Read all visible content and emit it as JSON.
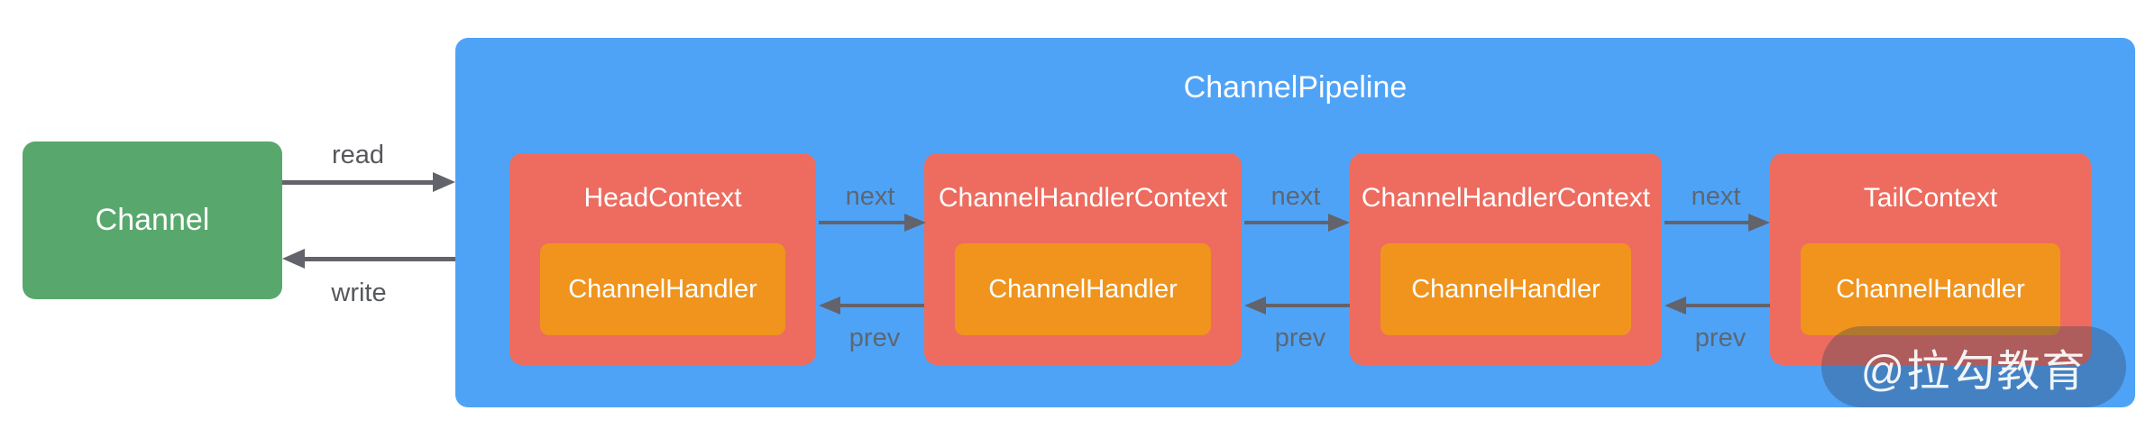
{
  "channel": {
    "label": "Channel"
  },
  "pipeline": {
    "title": "ChannelPipeline",
    "contexts": [
      {
        "title": "HeadContext",
        "handler_label": "ChannelHandler"
      },
      {
        "title": "ChannelHandlerContext",
        "handler_label": "ChannelHandler"
      },
      {
        "title": "ChannelHandlerContext",
        "handler_label": "ChannelHandler"
      },
      {
        "title": "TailContext",
        "handler_label": "ChannelHandler"
      }
    ]
  },
  "edges": {
    "read_label": "read",
    "write_label": "write",
    "next_label": "next",
    "prev_label": "prev"
  },
  "watermark": {
    "text": "@拉勾教育"
  },
  "colors": {
    "pipeline_bg": "#4FA3F7",
    "channel_bg": "#58A86D",
    "context_bg": "#ED6C5F",
    "handler_bg": "#F0941E",
    "arrow": "#63636B",
    "label_dark": "#56585D",
    "label_muted": "#5C6773",
    "text_light": "#FFFFFF"
  }
}
